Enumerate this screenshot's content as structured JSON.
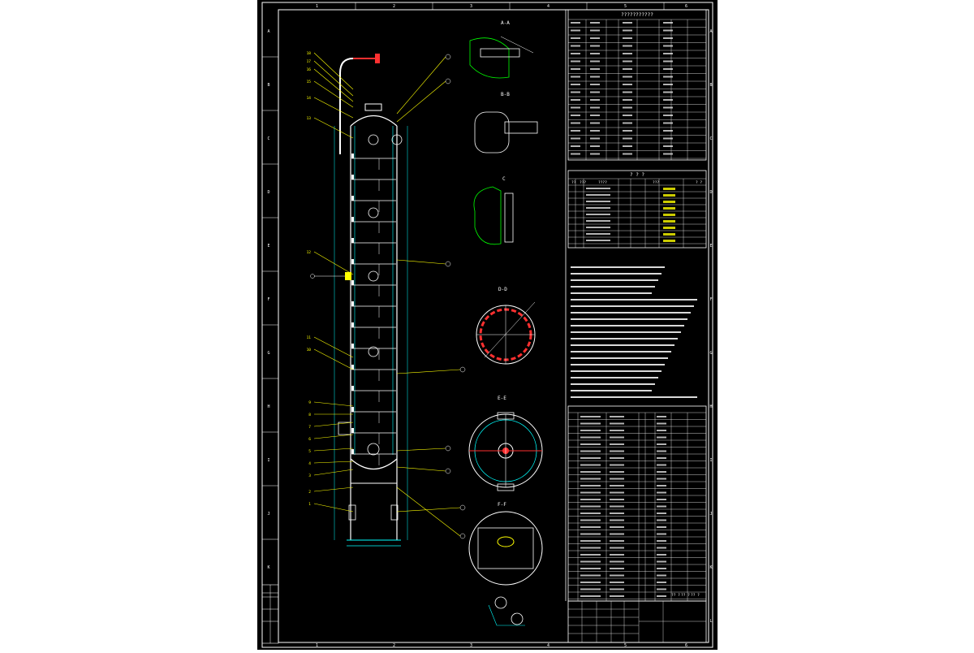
{
  "drawing": {
    "background": "#000000",
    "frame_color": "#ffffff",
    "line_yellow": "#ffff00",
    "line_cyan": "#00ffff",
    "line_green": "#00ff00",
    "line_red": "#ff2020",
    "line_magenta": "#ff00ff",
    "zone_letters_left": [
      "A",
      "B",
      "C",
      "D",
      "E",
      "F",
      "G",
      "H",
      "I",
      "J",
      "K"
    ],
    "zone_letters_right": [
      "A",
      "B",
      "C",
      "D",
      "E",
      "F",
      "G",
      "H",
      "I",
      "J",
      "K",
      "L"
    ],
    "zone_numbers_top": [
      "1",
      "2",
      "3",
      "4",
      "5",
      "6"
    ],
    "zone_numbers_bottom": [
      "1",
      "2",
      "3",
      "4",
      "5",
      "6"
    ]
  },
  "title_block": {
    "header": "???????????",
    "table_header": "? ? ?",
    "table_col_1": "??",
    "table_col_2": "???",
    "table_col_3": "????",
    "table_col_4": "???",
    "table_col_5": "? ?",
    "table_ops_marks": [
      "?? ?",
      "?? ?",
      "?? ?"
    ]
  },
  "callouts_left": [
    "1",
    "2",
    "3",
    "4",
    "5",
    "6",
    "7",
    "8",
    "9",
    "10",
    "11",
    "12",
    "13",
    "14",
    "15",
    "16",
    "17",
    "18"
  ],
  "icons": {
    "vessel": "distillation-column-elevation",
    "section": "circular-section-view"
  }
}
